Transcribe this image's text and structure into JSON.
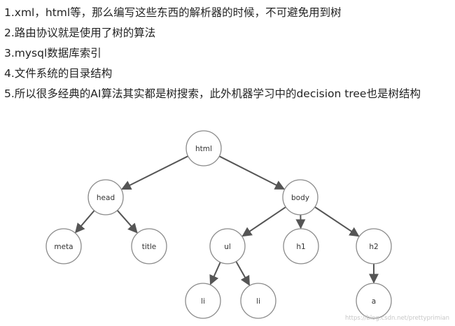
{
  "text": {
    "lines": [
      "1.xml，html等，那么编写这些东西的解析器的时候，不可避免用到树",
      "2.路由协议就是使用了树的算法",
      "3.mysql数据库索引",
      "4.文件系统的目录结构",
      "5.所以很多经典的AI算法其实都是树搜索，此外机器学习中的decision tree也是树结构"
    ]
  },
  "tree": {
    "nodes": [
      {
        "id": "html",
        "label": "html"
      },
      {
        "id": "head",
        "label": "head"
      },
      {
        "id": "body",
        "label": "body"
      },
      {
        "id": "meta",
        "label": "meta"
      },
      {
        "id": "title",
        "label": "title"
      },
      {
        "id": "ul",
        "label": "ul"
      },
      {
        "id": "h1",
        "label": "h1"
      },
      {
        "id": "h2",
        "label": "h2"
      },
      {
        "id": "li1",
        "label": "li"
      },
      {
        "id": "li2",
        "label": "li"
      },
      {
        "id": "a",
        "label": "a"
      }
    ],
    "edges": [
      [
        "html",
        "head"
      ],
      [
        "html",
        "body"
      ],
      [
        "head",
        "meta"
      ],
      [
        "head",
        "title"
      ],
      [
        "body",
        "ul"
      ],
      [
        "body",
        "h1"
      ],
      [
        "body",
        "h2"
      ],
      [
        "ul",
        "li1"
      ],
      [
        "ul",
        "li2"
      ],
      [
        "h2",
        "a"
      ]
    ]
  },
  "watermark": "https://blog.csdn.net/prettyprimian"
}
